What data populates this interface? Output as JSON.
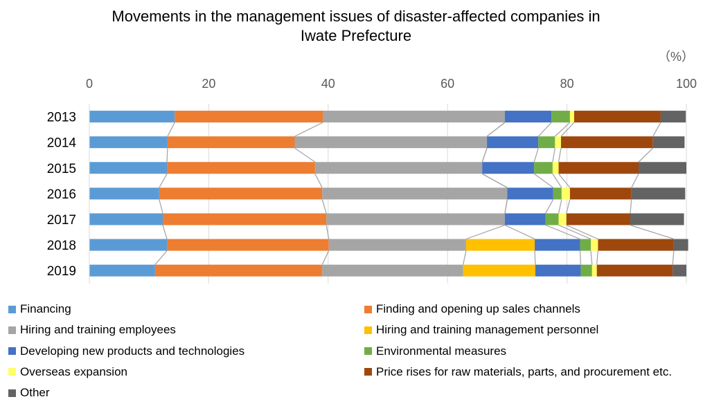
{
  "chart_data": {
    "type": "bar",
    "orientation": "horizontal-stacked-100",
    "title": [
      "Movements in the management issues of disaster-affected companies in",
      "Iwate Prefecture"
    ],
    "unit": "（%）",
    "xlim": [
      0,
      100
    ],
    "x_ticks": [
      "0",
      "20",
      "40",
      "60",
      "80",
      "100"
    ],
    "grid": true,
    "legend_placement": "bottom",
    "categories": [
      "2013",
      "2014",
      "2015",
      "2016",
      "2017",
      "2018",
      "2019"
    ],
    "series": [
      {
        "name": "Financing",
        "color": "#5B9BD5",
        "values": [
          14.3,
          13.1,
          13.0,
          11.7,
          12.3,
          13.0,
          11.0
        ]
      },
      {
        "name": "Finding and opening up sales channels",
        "color": "#ED7D31",
        "values": [
          24.8,
          21.3,
          24.8,
          27.3,
          27.4,
          27.1,
          28.0
        ]
      },
      {
        "name": "Hiring and training employees",
        "color": "#A5A5A5",
        "values": [
          30.5,
          32.2,
          28.0,
          31.0,
          29.9,
          23.0,
          23.6
        ]
      },
      {
        "name": "Hiring and training management personnel",
        "color": "#FFC000",
        "values": [
          0,
          0,
          0,
          0,
          0,
          11.5,
          12.1
        ]
      },
      {
        "name": "Developing new products and technologies",
        "color": "#4472C4",
        "values": [
          7.8,
          8.6,
          8.7,
          7.7,
          6.8,
          7.6,
          7.6
        ]
      },
      {
        "name": "Environmental measures",
        "color": "#70AD47",
        "values": [
          3.1,
          2.8,
          3.1,
          1.4,
          2.2,
          1.8,
          1.9
        ]
      },
      {
        "name": "Overseas expansion",
        "color": "#FFFF66",
        "values": [
          0.7,
          1.0,
          1.0,
          1.4,
          1.3,
          1.2,
          0.8
        ]
      },
      {
        "name": "Price rises for raw materials, parts, and procurement etc.",
        "color": "#9E480E",
        "values": [
          14.5,
          15.4,
          13.4,
          10.3,
          10.7,
          12.7,
          12.7
        ]
      },
      {
        "name": "Other",
        "color": "#636363",
        "values": [
          4.2,
          5.3,
          8.0,
          9.0,
          9.0,
          2.4,
          2.3
        ]
      }
    ]
  }
}
